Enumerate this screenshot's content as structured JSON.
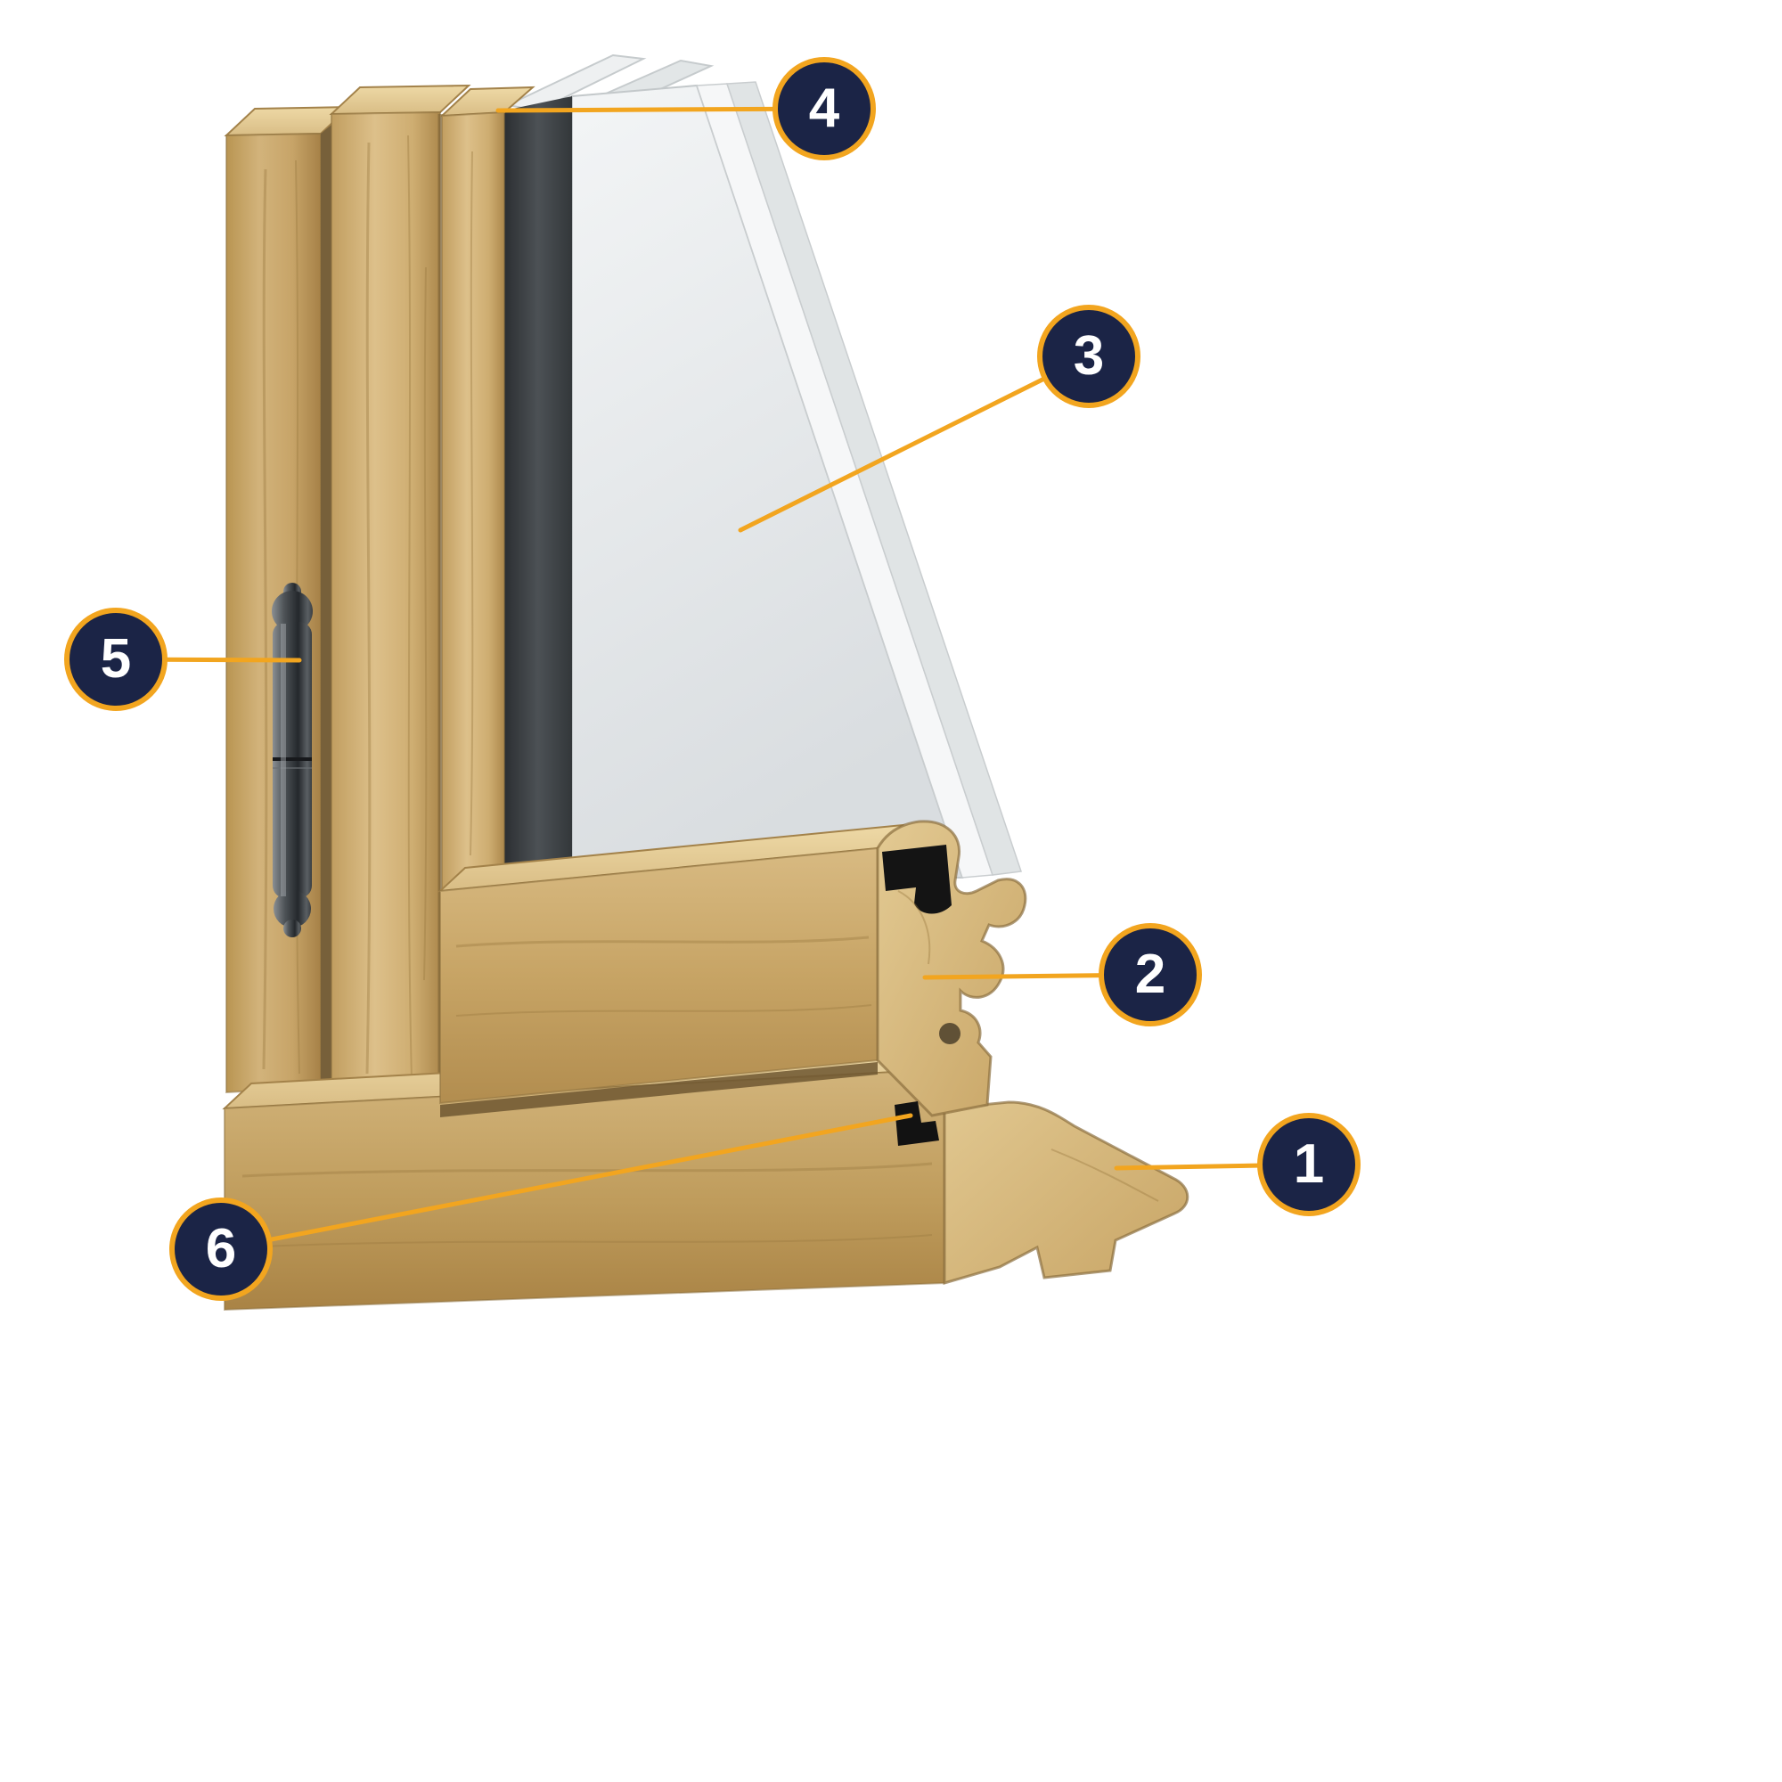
{
  "diagram": {
    "callouts": [
      {
        "label": "1"
      },
      {
        "label": "2"
      },
      {
        "label": "3"
      },
      {
        "label": "4"
      },
      {
        "label": "5"
      },
      {
        "label": "6"
      }
    ]
  },
  "colors": {
    "background": "#FFFFFF",
    "accent": "#F2A51F",
    "badge_bg": "#1B2446",
    "badge_text": "#FFFFFF",
    "wood_light": "#E3C98F",
    "wood_mid": "#C9A76B",
    "wood_dark": "#A98448",
    "glass": "#E9EBEC",
    "spacer_dark": "#43474B",
    "metal": "#4A4F54",
    "gasket_black": "#151515"
  }
}
